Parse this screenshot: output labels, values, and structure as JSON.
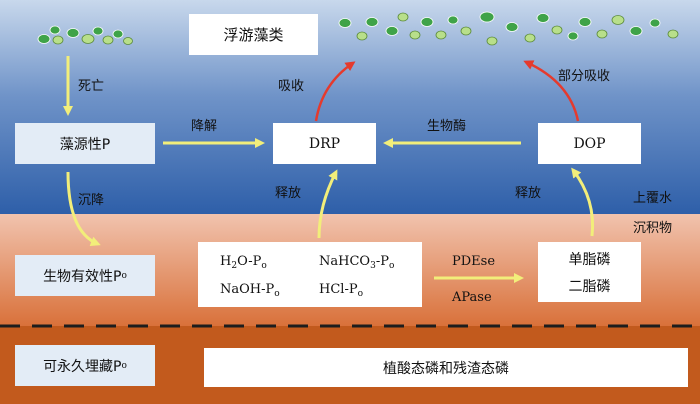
{
  "colors": {
    "water_top": "#c8d8ec",
    "water_mid": "#6f93c8",
    "water_bottom": "#2e5fa9",
    "sediment_top": "#f1c3ae",
    "sediment_bottom": "#d9713a",
    "deep_sediment": "#c25a1d",
    "flow_arrow": "#f2ee7a",
    "uptake_arrow": "#e53a2d",
    "algae_fill": "#3fa348",
    "algae_light": "#b8df8a",
    "dash_line": "#1d1d1d"
  },
  "water": {
    "planktonic_algae": "浮游藻类",
    "algal_p": "藻源性P",
    "drp": "DRP",
    "dop": "DOP",
    "overlying_water": "上覆水"
  },
  "sediment": {
    "layer_label": "沉积物",
    "bioavailable_p": {
      "text": "生物有效性P",
      "sub": "o"
    },
    "fractions": [
      {
        "prefix": "H",
        "prefix_sub": "2",
        "rest": "O-P",
        "sub": "o"
      },
      {
        "prefix": "NaHCO",
        "prefix_sub": "3",
        "rest": "-P",
        "sub": "o"
      },
      {
        "prefix": "NaOH",
        "prefix_sub": "",
        "rest": "-P",
        "sub": "o"
      },
      {
        "prefix": "HCl",
        "prefix_sub": "",
        "rest": "-P",
        "sub": "o"
      }
    ],
    "monoester": "单脂磷",
    "diester": "二脂磷",
    "enzyme_pde": "PDEse",
    "enzyme_ap": "APase",
    "permanent_p": {
      "text": "可永久埋藏P",
      "sub": "o"
    },
    "phytate_residual": "植酸态磷和残渣态磷"
  },
  "arrows": {
    "death": "死亡",
    "settling": "沉降",
    "degradation": "降解",
    "uptake": "吸收",
    "bio_enzyme": "生物酶",
    "partial_uptake": "部分吸收",
    "release_left": "释放",
    "release_right": "释放"
  }
}
